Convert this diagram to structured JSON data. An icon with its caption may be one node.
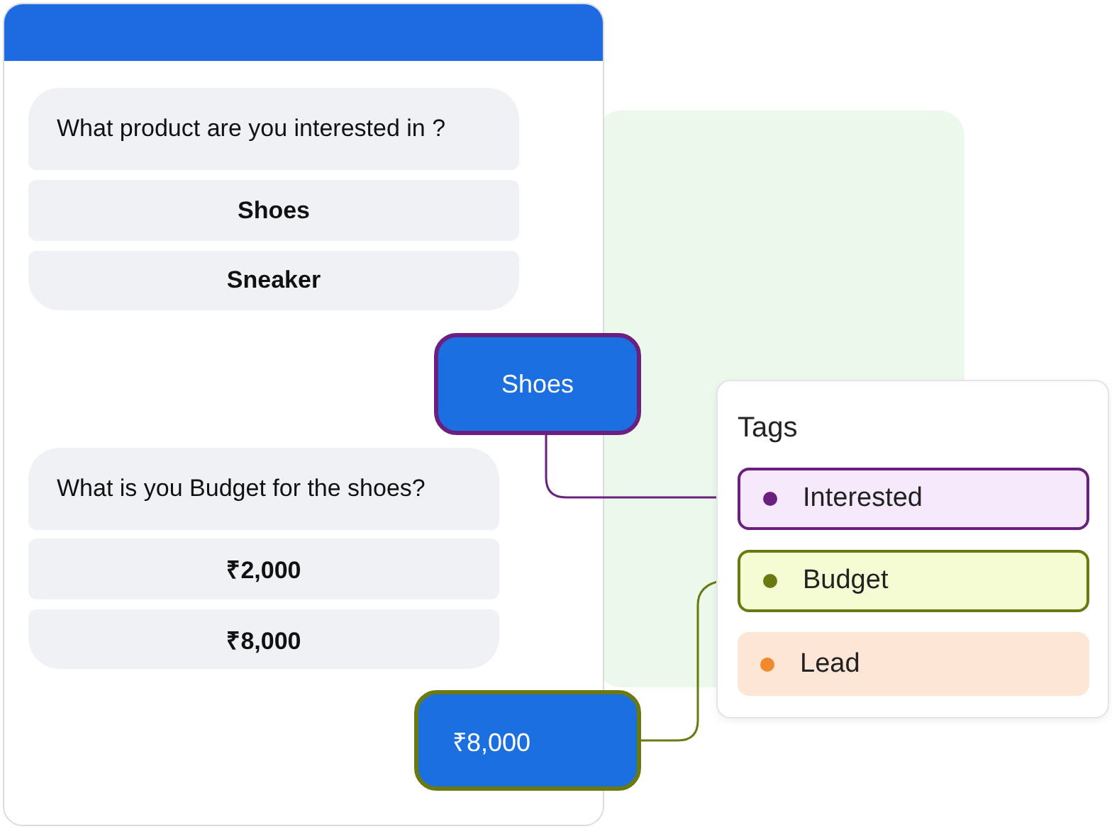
{
  "diagram": {
    "nodes": [
      {
        "text": [
          "What product are you interested in ?"
        ]
      },
      {
        "text": [
          "Shoes"
        ]
      },
      {
        "text": [
          "Sneaker"
        ]
      },
      {
        "text": [
          "Shoes"
        ]
      },
      {
        "text": [
          "What is you  Budget for the shoes?"
        ]
      },
      {
        "text": [
          "₹2,000"
        ]
      },
      {
        "text": [
          "₹8,000"
        ]
      },
      {
        "text": [
          "₹8,000"
        ]
      },
      {
        "text": [
          "Tags"
        ]
      },
      {
        "text": [
          "Interested"
        ],
        "in": 8
      },
      {
        "text": [
          "Budget"
        ],
        "in": 8
      },
      {
        "text": [
          "Lead"
        ],
        "in": 8
      }
    ],
    "edges": [
      {
        "from": 3,
        "to": 9,
        "arrow": "none",
        "color": "#6b2080"
      },
      {
        "from": 7,
        "to": 10,
        "arrow": "none",
        "color": "#6b7a10"
      }
    ]
  }
}
